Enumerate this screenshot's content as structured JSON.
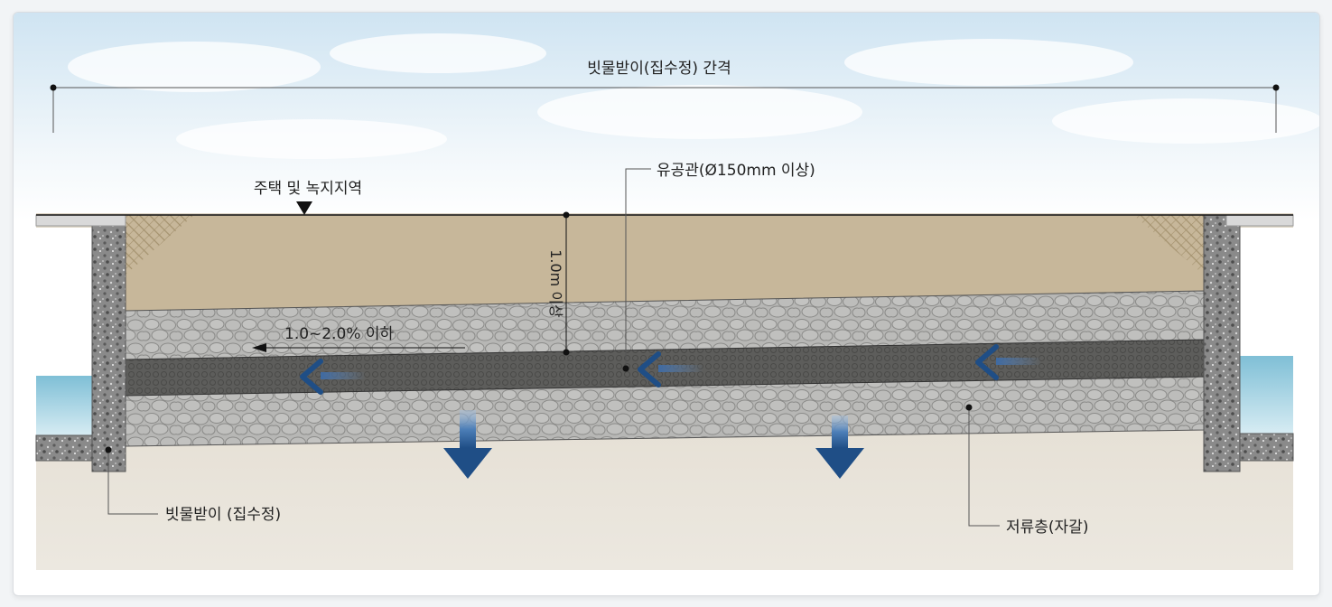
{
  "labels": {
    "interval": "빗물받이(집수정) 간격",
    "area": "주택 및 녹지지역",
    "pipe": "유공관(Ø150mm 이상)",
    "depth": "1.0m 이상",
    "slope": "1.0~2.0% 이하",
    "catch_basin": "빗물받이 (집수정)",
    "storage": "저류층(자갈)"
  },
  "colors": {
    "soil": "#c7b79a",
    "gravel": "#b4b4b2",
    "pipe": "#5c5c5a",
    "concrete": "#7d7d7d",
    "water": "#8fc6d8",
    "ground": "#e4ddd0",
    "arrow_blue": "#1f4e86"
  }
}
